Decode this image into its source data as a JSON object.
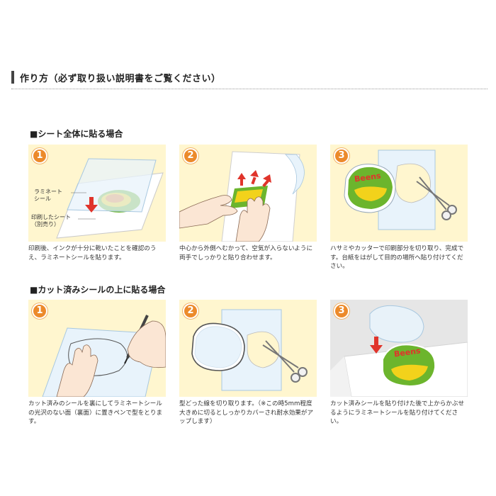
{
  "page": {
    "title": "作り方（必ず取り扱い説明書をご覧ください）"
  },
  "sections": [
    {
      "heading": "■シート全体に貼る場合",
      "steps": [
        {
          "number": "1",
          "labels": [
            "ラミネート",
            "シール",
            "印刷したシート",
            "（別売り）"
          ],
          "caption": "印刷後、インクが十分に乾いたことを確認のうえ、ラミネートシールを貼ります。"
        },
        {
          "number": "2",
          "caption": "中心から外側へむかって、空気が入らないように両手でしっかりと貼り合わせます。"
        },
        {
          "number": "3",
          "sticker_text": "Beens",
          "caption": "ハサミやカッターで印刷部分を切り取り、完成です。台紙をはがして目的の場所へ貼り付けてください。"
        }
      ]
    },
    {
      "heading": "■カット済みシールの上に貼る場合",
      "steps": [
        {
          "number": "1",
          "caption": "カット済みのシールを裏にしてラミネートシールの光沢のない面（裏面）に置きペンで型をとります。"
        },
        {
          "number": "2",
          "caption": "型どった線を切り取ります。（※この時5mm程度大きめに切るとしっかりカバーされ耐水効果がアップします）"
        },
        {
          "number": "3",
          "sticker_text": "Beens",
          "caption": "カット済みシールを貼り付けた後で上からかぶせるようにラミネートシールを貼り付けてください。"
        }
      ]
    }
  ],
  "colors": {
    "panel_bg": "#fff6cf",
    "badge": "#ec8a2b",
    "arrow": "#e0342b",
    "sticker_green": "#6cb52d",
    "sticker_yellow": "#f2d21b"
  }
}
